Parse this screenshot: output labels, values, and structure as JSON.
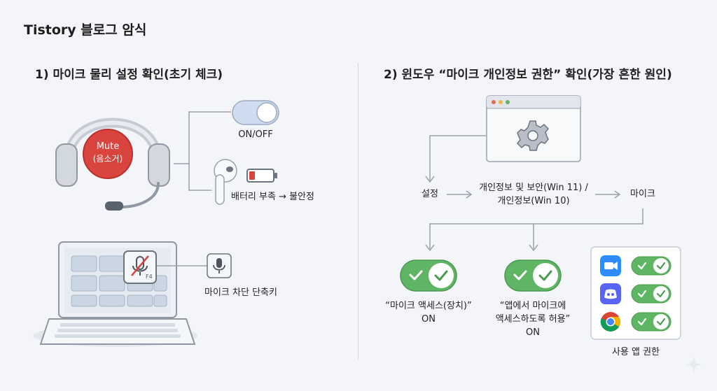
{
  "blog_title": "Tistory 블로그 암식",
  "section1": {
    "title": "1) 마이크 물리 설정 확인(초기 체크)",
    "mute_label_line1": "Mute",
    "mute_label_line2": "(음소거)",
    "switch_label": "ON/OFF",
    "battery_label": "배터리 부족 → 불안정",
    "fkey_label": "F4",
    "shortcut_label": "마이크 차단 단축키"
  },
  "section2": {
    "title": "2) 윈도우 “마이크 개인정보 권한” 확인(가장 흔한 원인)",
    "flow": {
      "step1": "설정",
      "step2_line1": "개인정보 및 보안(Win 11) /",
      "step2_line2": "개인정보(Win 10)",
      "step3": "마이크"
    },
    "toggle1_line1": "“마이크 액세스(장치)”",
    "toggle1_line2": "ON",
    "toggle2_line1": "“앱에서 마이크에",
    "toggle2_line2": "액세스하도록 허용”",
    "toggle2_line3": "ON",
    "apps_label": "사용 앱 권한"
  },
  "colors": {
    "mute_red": "#d9443f",
    "toggle_green": "#5fb564",
    "switch_blue": "#cfdcf0",
    "zoom_blue": "#2d8cff",
    "discord_purple": "#5865f2"
  },
  "icons": [
    "headset-icon",
    "airpod-icon",
    "battery-low-icon",
    "laptop-icon",
    "mic-muted-icon",
    "mic-icon",
    "gear-icon",
    "check-icon",
    "zoom-icon",
    "discord-icon",
    "chrome-icon"
  ]
}
